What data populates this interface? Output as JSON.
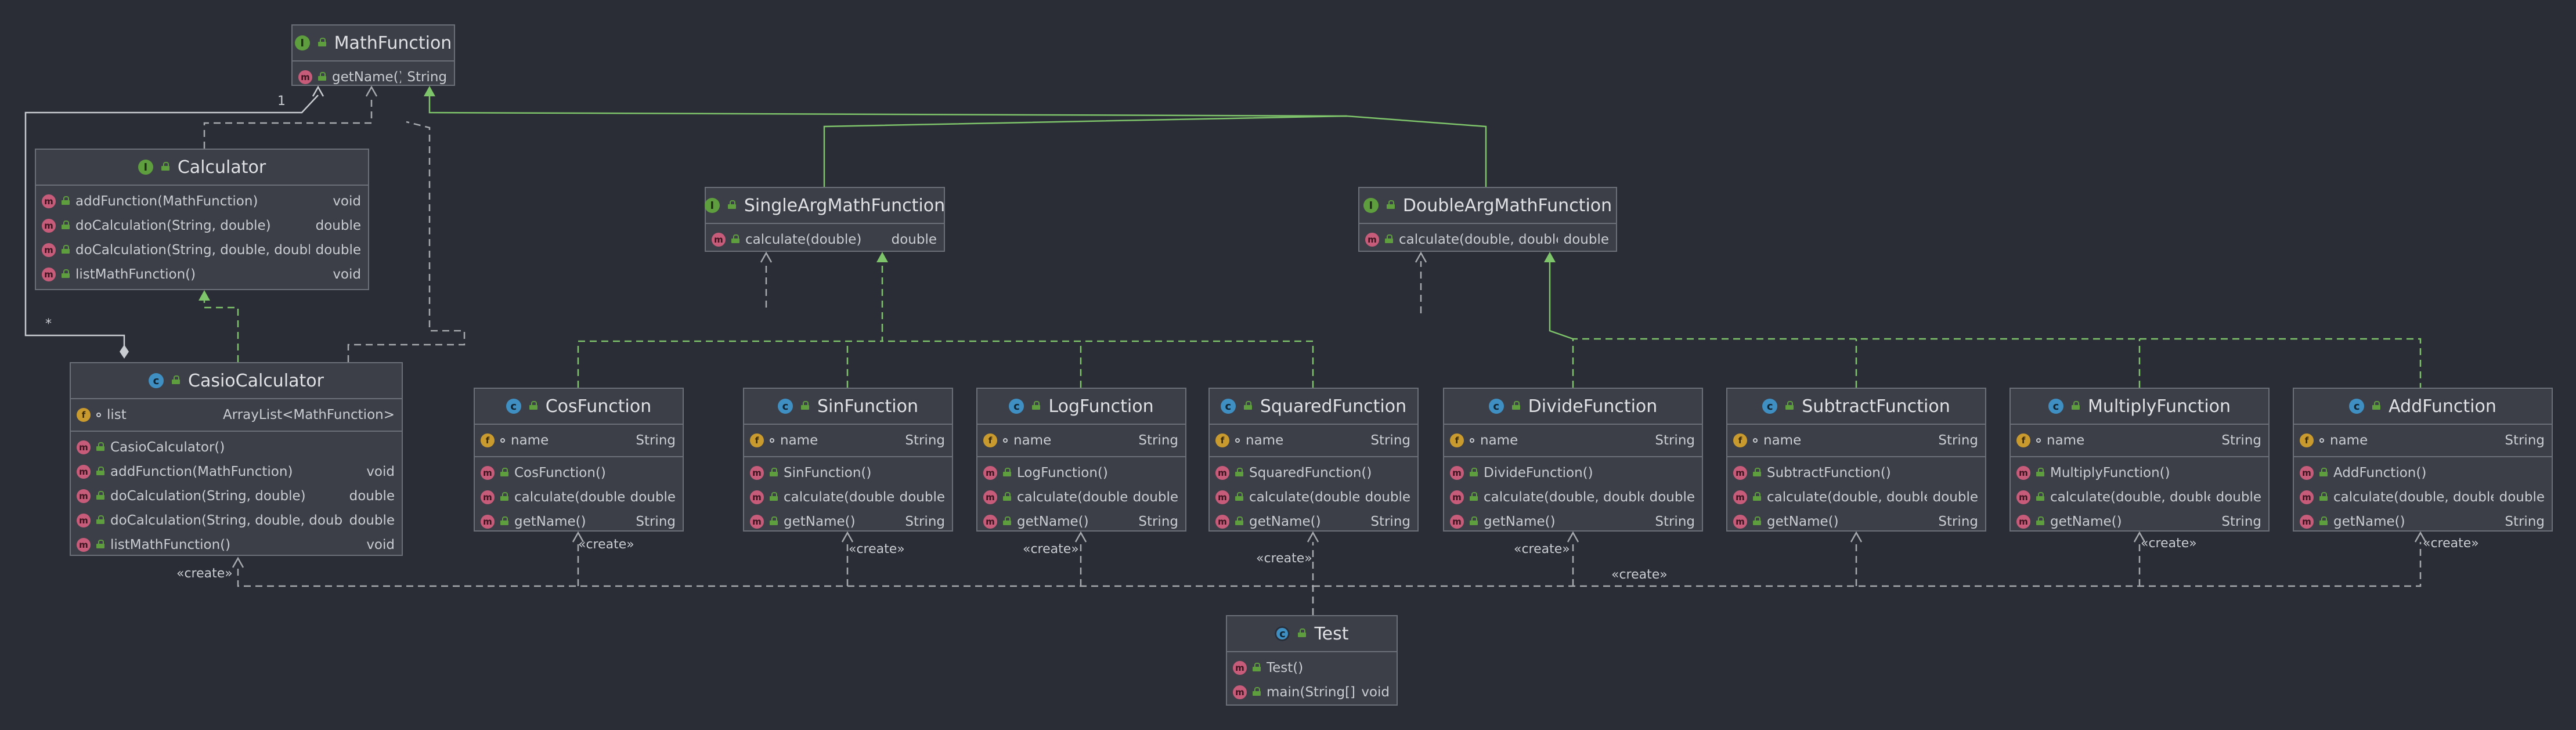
{
  "classes": {
    "mathfunction": {
      "name": "MathFunction",
      "members": [
        {
          "name": "getName()",
          "type": "String"
        }
      ]
    },
    "calculator": {
      "name": "Calculator",
      "members": [
        {
          "name": "addFunction(MathFunction)",
          "type": "void"
        },
        {
          "name": "doCalculation(String, double)",
          "type": "double"
        },
        {
          "name": "doCalculation(String, double, double)",
          "type": "double"
        },
        {
          "name": "listMathFunction()",
          "type": "void"
        }
      ]
    },
    "single": {
      "name": "SingleArgMathFunction",
      "members": [
        {
          "name": "calculate(double)",
          "type": "double"
        }
      ]
    },
    "double": {
      "name": "DoubleArgMathFunction",
      "members": [
        {
          "name": "calculate(double, double)",
          "type": "double"
        }
      ]
    },
    "casio": {
      "name": "CasioCalculator",
      "fields": [
        {
          "name": "list",
          "type": "ArrayList<MathFunction>"
        }
      ],
      "members": [
        {
          "name": "CasioCalculator()",
          "type": ""
        },
        {
          "name": "addFunction(MathFunction)",
          "type": "void"
        },
        {
          "name": "doCalculation(String, double)",
          "type": "double"
        },
        {
          "name": "doCalculation(String, double, double)",
          "type": "double"
        },
        {
          "name": "listMathFunction()",
          "type": "void"
        }
      ]
    },
    "cos": {
      "name": "CosFunction",
      "fields": [
        {
          "name": "name",
          "type": "String"
        }
      ],
      "members": [
        {
          "name": "CosFunction()",
          "type": ""
        },
        {
          "name": "calculate(double)",
          "type": "double"
        },
        {
          "name": "getName()",
          "type": "String"
        }
      ]
    },
    "sin": {
      "name": "SinFunction",
      "fields": [
        {
          "name": "name",
          "type": "String"
        }
      ],
      "members": [
        {
          "name": "SinFunction()",
          "type": ""
        },
        {
          "name": "calculate(double)",
          "type": "double"
        },
        {
          "name": "getName()",
          "type": "String"
        }
      ]
    },
    "log": {
      "name": "LogFunction",
      "fields": [
        {
          "name": "name",
          "type": "String"
        }
      ],
      "members": [
        {
          "name": "LogFunction()",
          "type": ""
        },
        {
          "name": "calculate(double)",
          "type": "double"
        },
        {
          "name": "getName()",
          "type": "String"
        }
      ]
    },
    "squared": {
      "name": "SquaredFunction",
      "fields": [
        {
          "name": "name",
          "type": "String"
        }
      ],
      "members": [
        {
          "name": "SquaredFunction()",
          "type": ""
        },
        {
          "name": "calculate(double)",
          "type": "double"
        },
        {
          "name": "getName()",
          "type": "String"
        }
      ]
    },
    "divide": {
      "name": "DivideFunction",
      "fields": [
        {
          "name": "name",
          "type": "String"
        }
      ],
      "members": [
        {
          "name": "DivideFunction()",
          "type": ""
        },
        {
          "name": "calculate(double, double)",
          "type": "double"
        },
        {
          "name": "getName()",
          "type": "String"
        }
      ]
    },
    "subtract": {
      "name": "SubtractFunction",
      "fields": [
        {
          "name": "name",
          "type": "String"
        }
      ],
      "members": [
        {
          "name": "SubtractFunction()",
          "type": ""
        },
        {
          "name": "calculate(double, double)",
          "type": "double"
        },
        {
          "name": "getName()",
          "type": "String"
        }
      ]
    },
    "multiply": {
      "name": "MultiplyFunction",
      "fields": [
        {
          "name": "name",
          "type": "String"
        }
      ],
      "members": [
        {
          "name": "MultiplyFunction()",
          "type": ""
        },
        {
          "name": "calculate(double, double)",
          "type": "double"
        },
        {
          "name": "getName()",
          "type": "String"
        }
      ]
    },
    "add": {
      "name": "AddFunction",
      "fields": [
        {
          "name": "name",
          "type": "String"
        }
      ],
      "members": [
        {
          "name": "AddFunction()",
          "type": ""
        },
        {
          "name": "calculate(double, double)",
          "type": "double"
        },
        {
          "name": "getName()",
          "type": "String"
        }
      ]
    },
    "test": {
      "name": "Test",
      "members": [
        {
          "name": "Test()",
          "type": ""
        },
        {
          "name": "main(String[])",
          "type": "void"
        }
      ]
    }
  },
  "labels": {
    "create": "«create»",
    "mult_one": "1",
    "mult_many": "*"
  },
  "colors": {
    "background": "#2b2d36",
    "box": "#3c3f47",
    "border": "#6b6f78",
    "realization": "#7ec46a",
    "dependency": "#a6a9ae"
  }
}
